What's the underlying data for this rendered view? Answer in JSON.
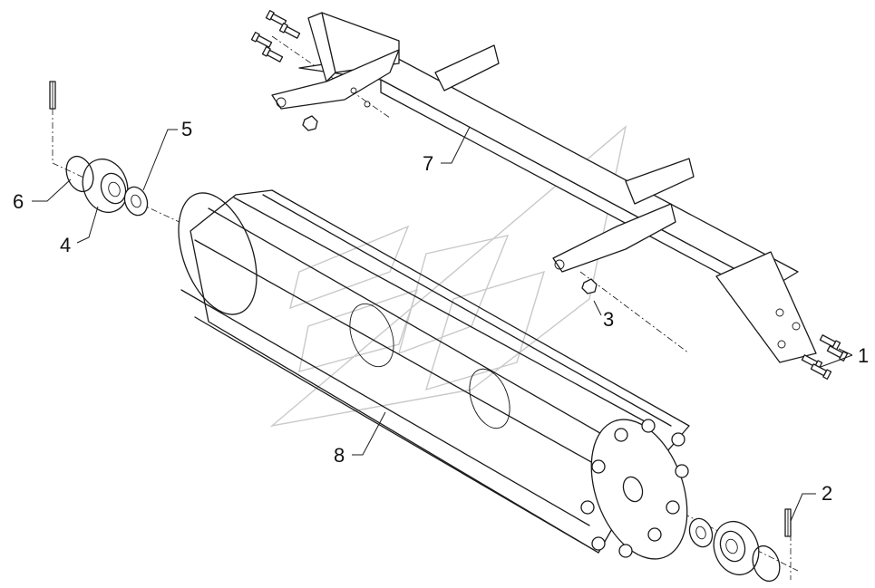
{
  "diagram": {
    "callouts": [
      {
        "id": "1",
        "label": "1"
      },
      {
        "id": "2",
        "label": "2"
      },
      {
        "id": "3",
        "label": "3"
      },
      {
        "id": "4",
        "label": "4"
      },
      {
        "id": "5",
        "label": "5"
      },
      {
        "id": "6",
        "label": "6"
      },
      {
        "id": "7",
        "label": "7"
      },
      {
        "id": "8",
        "label": "8"
      }
    ],
    "colors": {
      "line": "#1a1a1a",
      "background": "#ffffff",
      "watermark": "#c9c9c9"
    }
  }
}
